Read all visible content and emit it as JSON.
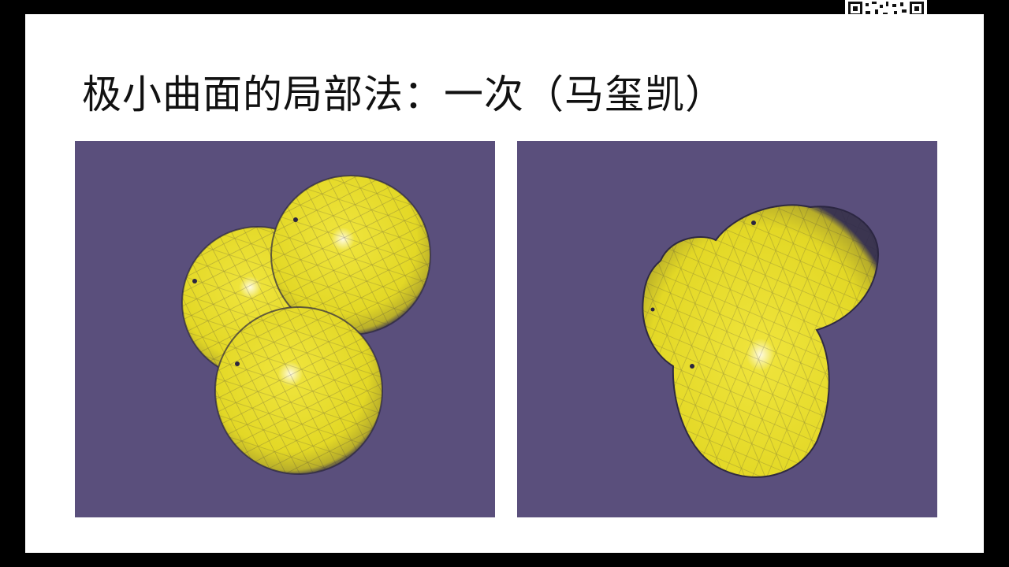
{
  "slide": {
    "title": "极小曲面的局部法：一次（马玺凯）"
  },
  "panels": [
    {
      "name": "three-spheres-render",
      "description_icon": "three-sphere-mesh-icon"
    },
    {
      "name": "merged-surface-render",
      "description_icon": "merged-blob-mesh-icon"
    }
  ],
  "colors": {
    "screen_bg": "#000000",
    "slide_bg": "#ffffff",
    "panel_bg": "#5a4f7c",
    "surface": "#e6dc28",
    "mesh_line": "#2a2540",
    "highlight": "#fffbe0"
  },
  "icons": {
    "qr": "qr-code-icon"
  }
}
